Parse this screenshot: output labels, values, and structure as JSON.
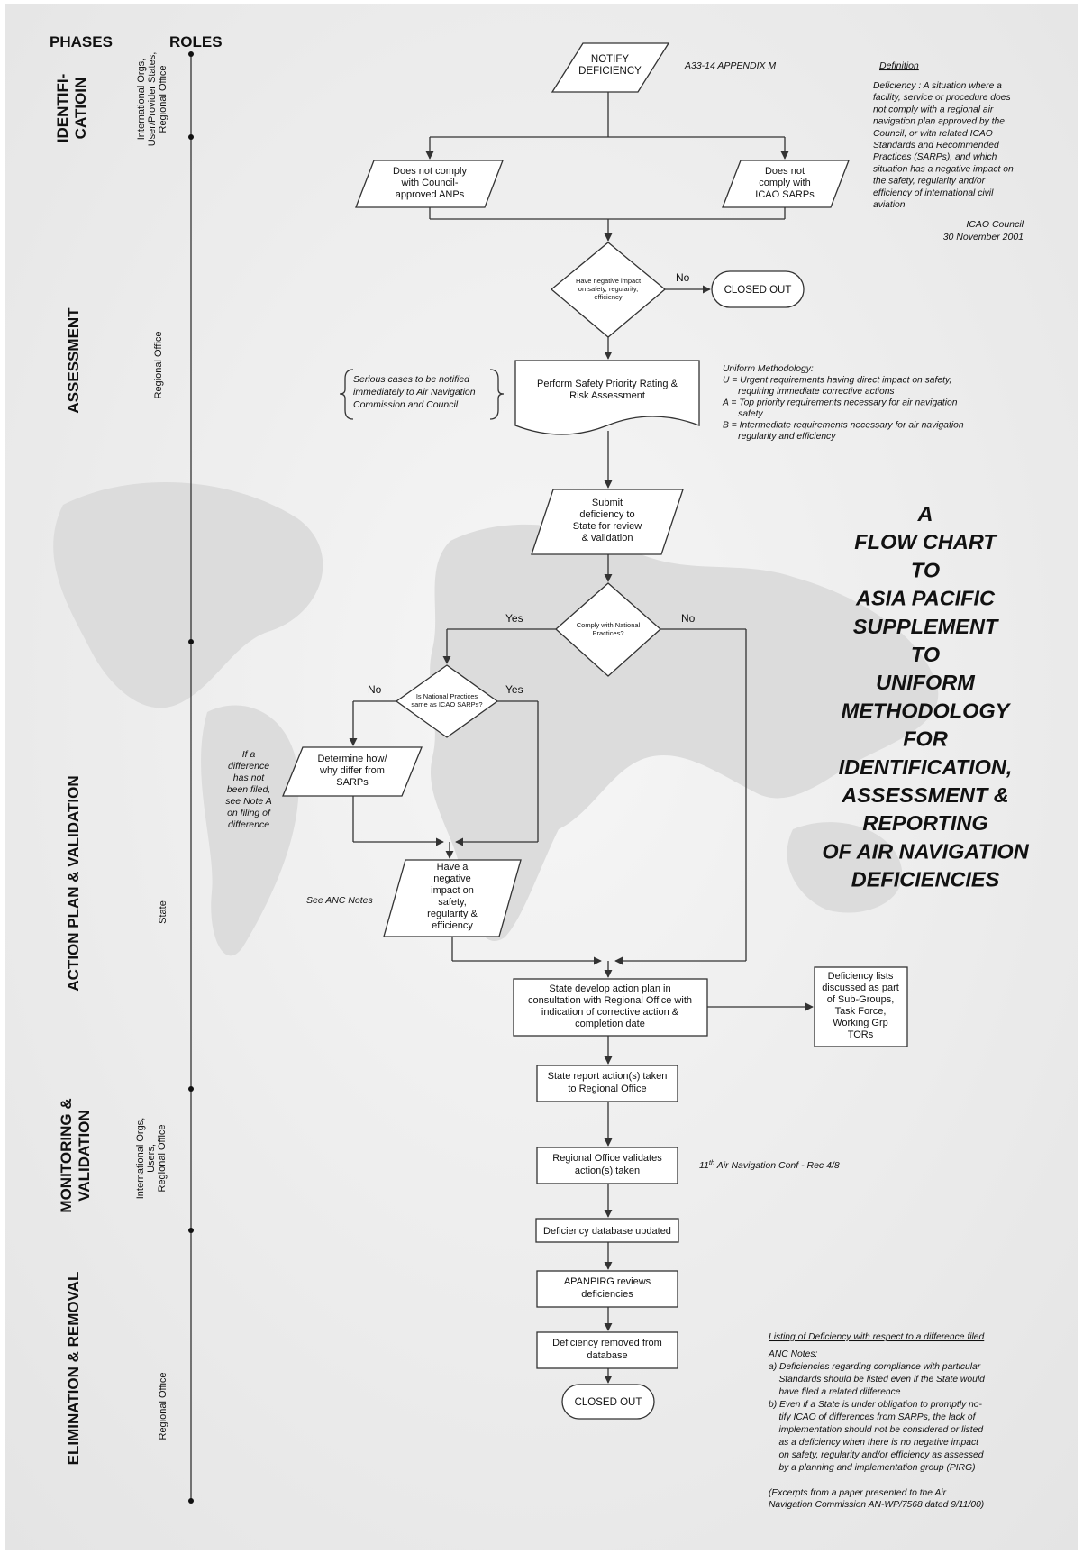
{
  "headers": {
    "phases": "PHASES",
    "roles": "ROLES"
  },
  "phases": [
    {
      "id": "identification",
      "label": "IDENTIFI-|CATIOIN"
    },
    {
      "id": "assessment",
      "label": "ASSESSMENT"
    },
    {
      "id": "action",
      "label": "ACTION PLAN & VALIDATION"
    },
    {
      "id": "monitoring",
      "label": "MONITORING &|VALIDATION"
    },
    {
      "id": "elimination",
      "label": "ELIMINATION & REMOVAL"
    }
  ],
  "roles": [
    {
      "id": "identification",
      "label": "International Orgs,|User/Provider States,|Regional Office"
    },
    {
      "id": "assessment",
      "label": "Regional Office"
    },
    {
      "id": "action",
      "label": "State"
    },
    {
      "id": "monitoring",
      "label": "International Orgs,|Users,|Regional Office"
    },
    {
      "id": "elimination",
      "label": "Regional Office"
    }
  ],
  "nodes": {
    "notify": "NOTIFY|DEFICIENCY",
    "council_anp": "Does not comply|with Council-|approved ANPs",
    "icao_sarps": "Does not|comply with|ICAO SARPs",
    "neg_impact_q": "Have negative impact|on safety, regularity,|efficiency",
    "closed_out_1": "CLOSED OUT",
    "safety_rating": "Perform Safety Priority Rating &|Risk Assessment",
    "submit": "Submit|deficiency to|State for review|& validation",
    "comply_national_q": "Comply with National|Practices?",
    "national_same_q": "Is National Practices|same as ICAO SARPs?",
    "determine": "Determine how/|why differ from|SARPs",
    "have_neg": "Have a|negative|impact on|safety,|regularity &|efficiency",
    "action_plan": "State develop action plan in|consultation with Regional Office with|indication of corrective action &|completion date",
    "deficiency_lists": "Deficiency lists|discussed as part|of Sub-Groups,|Task Force,|Working Grp|TORs",
    "state_report": "State report action(s) taken|to Regional Office",
    "ro_validates": "Regional Office validates|action(s) taken",
    "db_updated": "Deficiency database updated",
    "apanpirg": "APANPIRG reviews|deficiencies",
    "removed": "Deficiency removed from|database",
    "closed_out_2": "CLOSED OUT"
  },
  "edge_labels": {
    "no1": "No",
    "yes2": "Yes",
    "no2": "No",
    "no3": "No",
    "yes3": "Yes"
  },
  "annotations": {
    "appendix": "A33-14 APPENDIX M",
    "definition_title": "Definition",
    "definition_body": "Deficiency : A situation where a|facility, service or procedure does|not comply with a regional air|navigation plan approved by the|Council, or with related ICAO|Standards and Recommended|Practices (SARPs), and which|situation has a negative impact on|the safety, regularity and/or|efficiency of international civil|aviation",
    "definition_source": "ICAO Council|30 November 2001",
    "serious_cases": "Serious cases to be notified|immediately to Air Navigation|Commission and Council",
    "methodology": "Uniform Methodology:|U = Urgent requirements having direct impact on safety,|      requiring immediate corrective actions|A = Top priority requirements necessary for air navigation|      safety|B = Intermediate requirements necessary for air navigation|      regularity and efficiency",
    "difference_note": "If a|difference|has not|been filed,|see Note A|on filing of|difference",
    "see_anc": "See ANC Notes",
    "air_nav_conf_pre": "11",
    "air_nav_conf_sup": "th",
    "air_nav_conf_post": " Air Navigation Conf - Rec 4/8",
    "listing_title": "Listing of Deficiency with respect to a difference filed",
    "anc_notes": "ANC Notes:|a) Deficiencies regarding compliance with particular|    Standards should be listed even if the State would|    have filed a related difference|b) Even if a State is under obligation to promptly no-|    tify ICAO of differences from SARPs, the lack of|    implementation should not be considered or listed|    as a deficiency when there is no negative impact|    on safety, regularity and/or efficiency as assessed|    by a planning and implementation group (PIRG)",
    "excerpts": "(Excerpts from a paper presented to the Air|Navigation Commission AN-WP/7568 dated 9/11/00)"
  },
  "big_title": "A|FLOW CHART|TO|ASIA PACIFIC|SUPPLEMENT|TO|UNIFORM|METHODOLOGY|FOR|IDENTIFICATION,|ASSESSMENT &|REPORTING|OF AIR NAVIGATION|DEFICIENCIES"
}
